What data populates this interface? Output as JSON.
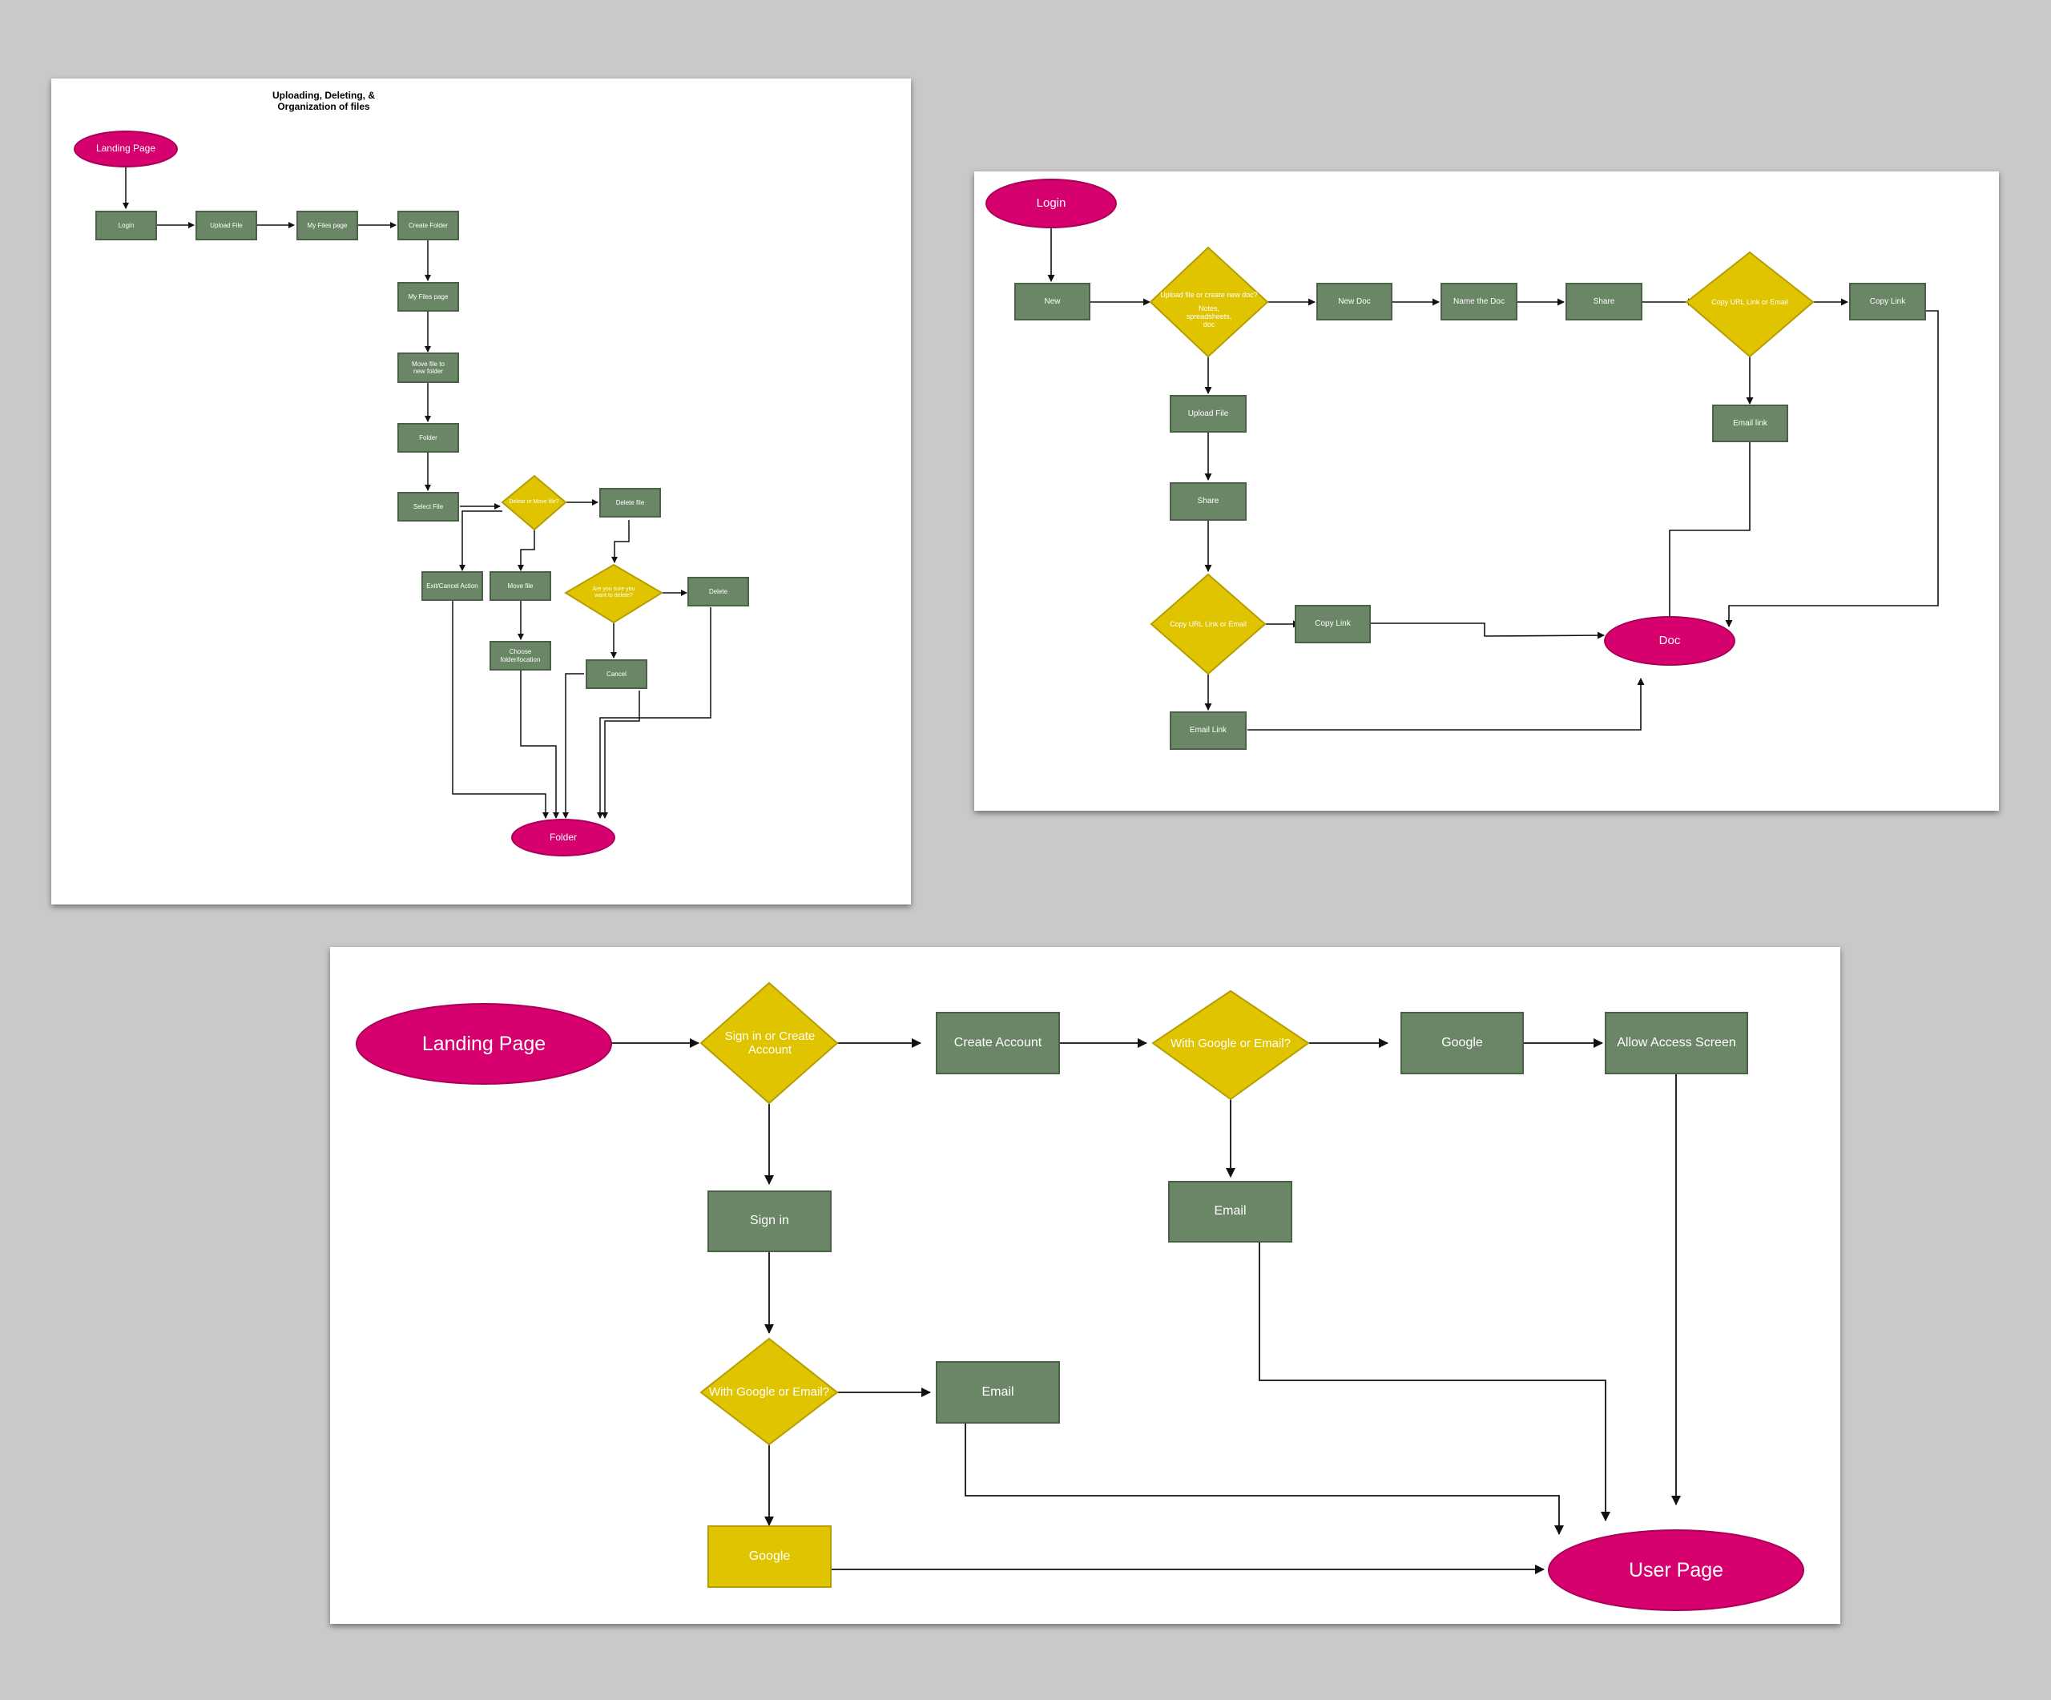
{
  "colors": {
    "process": "#6b8667",
    "decision": "#e0c400",
    "terminal": "#d6006e",
    "background": "#c9c9c9"
  },
  "files": {
    "title": "Uploading, Deleting, & Organization of files",
    "landing_page": "Landing Page",
    "login": "Login",
    "upload_file": "Upload File",
    "my_files_page_1": "My Files page",
    "create_folder": "Create Folder",
    "my_files_page_2": "My Files page",
    "move_file_to_new_folder": "Move file to new folder",
    "folder_step": "Folder",
    "select_file": "Select File",
    "delete_or_move": "Delete or Move file?",
    "delete_file": "Delete file",
    "exit_cancel": "Exit/Cancel Action",
    "move_file": "Move file",
    "are_you_sure": "Are you sure you want to delete?",
    "delete": "Delete",
    "choose_folder": "Choose folder/location",
    "cancel": "Cancel",
    "folder_end": "Folder"
  },
  "docs": {
    "login": "Login",
    "new": "New",
    "upload_or_create": "Upload file or create new doc?",
    "upload_or_create_note": "Notes, spreadsheets, doc",
    "new_doc": "New Doc",
    "name_the_doc": "Name the Doc",
    "share_1": "Share",
    "copy_url_or_email_1": "Copy URL Link or Email",
    "copy_link_1": "Copy Link",
    "upload_file": "Upload File",
    "email_link_1": "Email link",
    "share_2": "Share",
    "copy_url_or_email_2": "Copy URL Link or Email",
    "copy_link_2": "Copy Link",
    "doc": "Doc",
    "email_link_2": "Email Link"
  },
  "auth": {
    "landing_page": "Landing Page",
    "sign_in_or_create": "Sign in or Create Account",
    "create_account": "Create Account",
    "with_google_or_email_1": "With Google or Email?",
    "google_1": "Google",
    "allow_access": "Allow Access Screen",
    "sign_in": "Sign in",
    "email_1": "Email",
    "with_google_or_email_2": "With Google or Email?",
    "email_2": "Email",
    "google_2": "Google",
    "user_page": "User Page"
  }
}
